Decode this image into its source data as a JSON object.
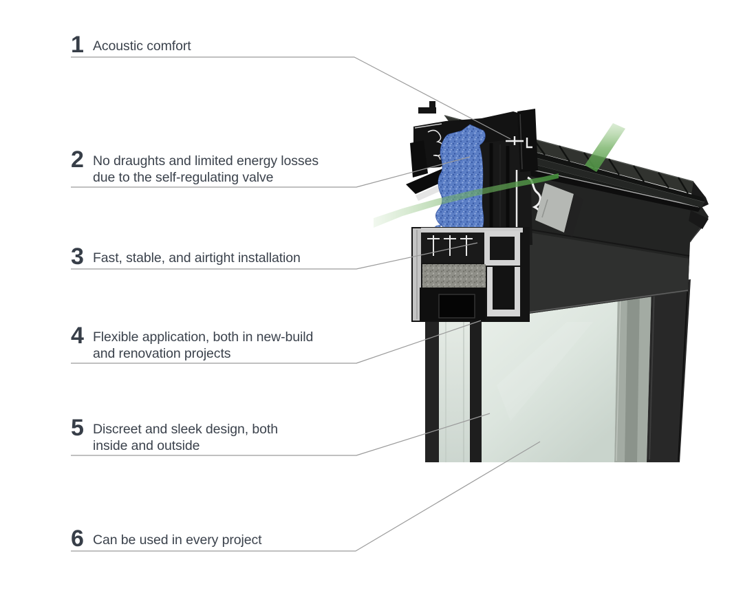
{
  "callouts": [
    {
      "number": "1",
      "text": "Acoustic comfort"
    },
    {
      "number": "2",
      "text": "No draughts and limited energy losses\ndue to the self-regulating valve"
    },
    {
      "number": "3",
      "text": "Fast, stable, and airtight installation"
    },
    {
      "number": "4",
      "text": "Flexible application, both in new-build\nand renovation projects"
    },
    {
      "number": "5",
      "text": "Discreet and sleek design, both\ninside and outside"
    },
    {
      "number": "6",
      "text": "Can be used in every project"
    }
  ],
  "illustration": {
    "subject": "cutaway-render-of-window-ventilation-unit",
    "parts": {
      "vent_unit": "louvred ventilation unit",
      "insulation_foam": "blue insulation foam",
      "airflow": "green airflow ribbons",
      "window_frame": "dark aluminium window frame",
      "glazing": "double glazing pane"
    }
  },
  "colors": {
    "text": "#3b424c",
    "callout_line": "#9b9b9b",
    "airflow_green": "#6fae63",
    "foam_blue": "#5b7ec5",
    "profile_dark": "#1d1d1d",
    "cut_face_light": "#d4d4d4",
    "glass": "#dde6e0"
  }
}
